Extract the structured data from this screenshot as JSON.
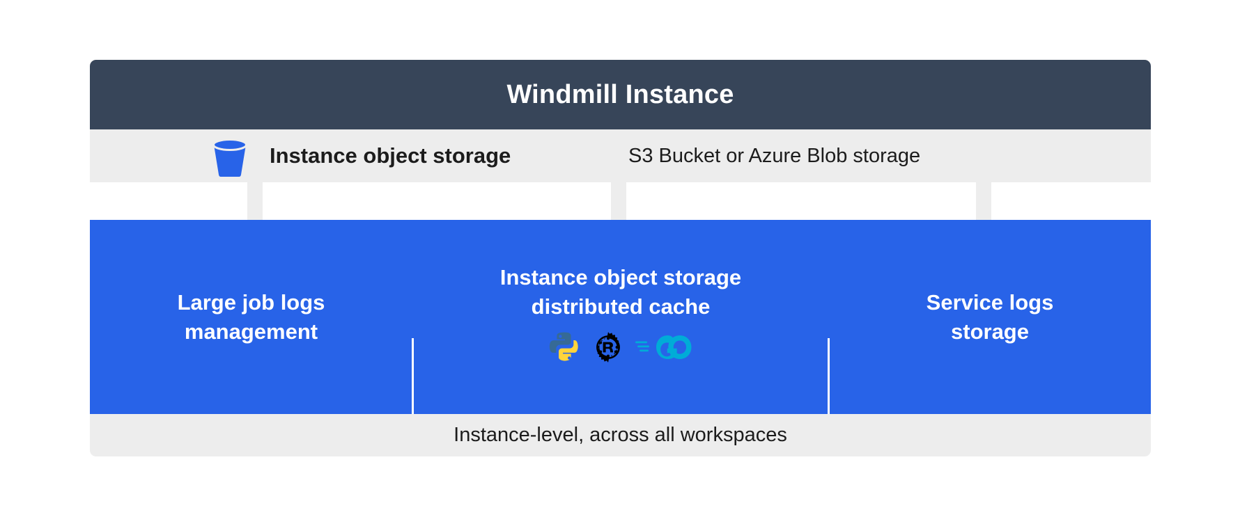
{
  "diagram": {
    "header": {
      "title": "Windmill Instance",
      "background_color": "#374559",
      "text_color": "#ffffff"
    },
    "storage_row": {
      "icon": "bucket-icon",
      "icon_color": "#2863e8",
      "label": "Instance object storage",
      "sublabel": "S3 Bucket or Azure Blob storage",
      "background_color": "#ededed"
    },
    "connectors": [
      {
        "name": "connector-arrow-large-job-logs",
        "target": "Large job logs management"
      },
      {
        "name": "connector-arrow-distributed-cache",
        "target": "Instance object storage distributed cache"
      },
      {
        "name": "connector-arrow-service-logs",
        "target": "Service logs storage"
      }
    ],
    "panel": {
      "background_color": "#2863e8",
      "cells": [
        {
          "title": "Large job logs\nmanagement",
          "logos": []
        },
        {
          "title": "Instance object storage\ndistributed cache",
          "logos": [
            {
              "name": "python-logo",
              "label": "Python",
              "colors": [
                "#366a96",
                "#ffd43b"
              ]
            },
            {
              "name": "rust-logo",
              "label": "Rust",
              "colors": [
                "#000000"
              ]
            },
            {
              "name": "go-logo",
              "label": "Go",
              "colors": [
                "#00acd7"
              ]
            }
          ]
        },
        {
          "title": "Service logs\nstorage",
          "logos": []
        }
      ]
    },
    "footer": {
      "text": "Instance-level, across all workspaces",
      "background_color": "#ededed"
    }
  }
}
